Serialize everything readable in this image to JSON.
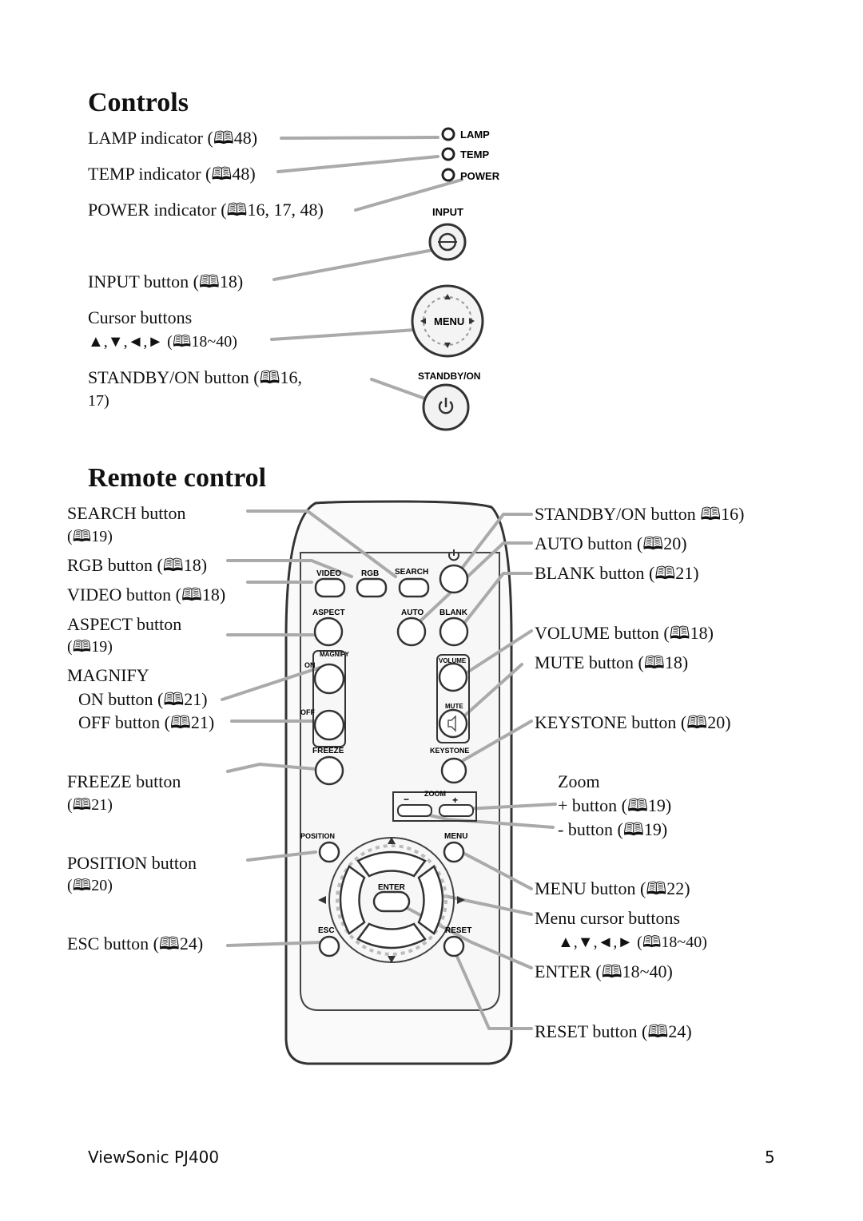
{
  "sections": {
    "controls_title": "Controls",
    "remote_title": "Remote control"
  },
  "controls": {
    "lamp": "LAMP indicator (🕮48)",
    "temp": "TEMP indicator (🕮48)",
    "power": "POWER indicator (🕮16, 17, 48)",
    "input": "INPUT button (🕮18)",
    "cursor_1": "Cursor buttons",
    "cursor_2": "▲,▼,◄,► (🕮18~40)",
    "standby_1": "STANDBY/ON button (🕮16,",
    "standby_2": "17)",
    "panel": {
      "lamp": "LAMP",
      "temp": "TEMP",
      "power": "POWER",
      "input": "INPUT",
      "menu": "MENU",
      "standby": "STANDBY/ON"
    }
  },
  "remote_left": {
    "search_1": "SEARCH button",
    "search_2": "(🕮19)",
    "rgb": "RGB button (🕮18)",
    "video": "VIDEO button (🕮18)",
    "aspect_1": "ASPECT button",
    "aspect_2": "(🕮19)",
    "magnify": "MAGNIFY",
    "on": "ON button (🕮21)",
    "off": "OFF button (🕮21)",
    "freeze_1": "FREEZE button",
    "freeze_2": "(🕮21)",
    "position_1": "POSITION button",
    "position_2": "(🕮20)",
    "esc": "ESC button (🕮24)"
  },
  "remote_right": {
    "standby": "STANDBY/ON button 🕮16)",
    "auto": "AUTO button (🕮20)",
    "blank": "BLANK button (🕮21)",
    "volume": "VOLUME button (🕮18)",
    "mute": "MUTE button (🕮18)",
    "keystone": "KEYSTONE button (🕮20)",
    "zoom": "Zoom",
    "zoom_plus": "+ button (🕮19)",
    "zoom_minus": "- button (🕮19)",
    "menu": "MENU button (🕮22)",
    "menu_cursor_1": "Menu cursor buttons",
    "menu_cursor_2": "▲,▼,◄,► (🕮18~40)",
    "enter": "ENTER (🕮18~40)",
    "reset": "RESET button (🕮24)"
  },
  "remote_keys": {
    "video": "VIDEO",
    "rgb": "RGB",
    "search": "SEARCH",
    "aspect": "ASPECT",
    "auto": "AUTO",
    "blank": "BLANK",
    "magnify": "MAGNIFY",
    "on": "ON",
    "off": "OFF",
    "volume": "VOLUME",
    "mute": "MUTE",
    "freeze": "FREEZE",
    "keystone": "KEYSTONE",
    "zoom": "ZOOM",
    "position": "POSITION",
    "menu": "MENU",
    "enter": "ENTER",
    "esc": "ESC",
    "reset": "RESET"
  },
  "footer": {
    "product": "ViewSonic PJ400",
    "page": "5"
  }
}
